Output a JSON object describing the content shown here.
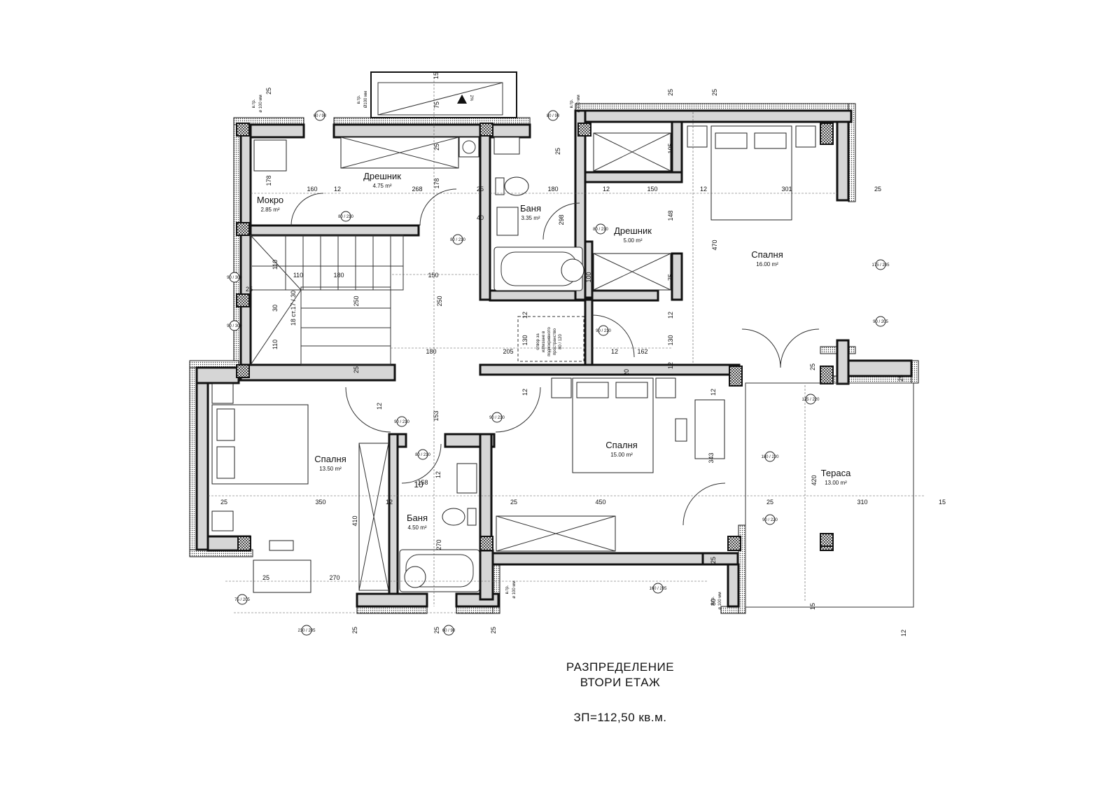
{
  "title": {
    "line1": "РАЗПРЕДЕЛЕНИЕ",
    "line2": "ВТОРИ ЕТАЖ",
    "area": "ЗП=112,50 кв.м."
  },
  "rooms": [
    {
      "id": "mokro",
      "name": "Мокро",
      "area": "2.85 m²"
    },
    {
      "id": "dreshnik1",
      "name": "Дрешник",
      "area": "4.75 m²"
    },
    {
      "id": "banya1",
      "name": "Баня",
      "area": "3.35 m²"
    },
    {
      "id": "dreshnik2",
      "name": "Дрешник",
      "area": "5.00 m²"
    },
    {
      "id": "spalnya1",
      "name": "Спалня",
      "area": "16.00 m²"
    },
    {
      "id": "spalnya2",
      "name": "Спалня",
      "area": "13.50 m²"
    },
    {
      "id": "spalnya3",
      "name": "Спалня",
      "area": "15.00 m²"
    },
    {
      "id": "banya2",
      "name": "Баня",
      "area": "4.50 m²"
    },
    {
      "id": "terasa",
      "name": "Тераса",
      "area": "13.00 m²"
    }
  ],
  "labels": {
    "stairs": "18 ст.17 / 30",
    "attic1": "отвор за",
    "attic2": "излизане в",
    "attic3": "подпокривното",
    "attic4": "пространство",
    "attic5": "80 / 120",
    "pipe1": "в.тр.",
    "pipe2": "ø 100 мм",
    "pipe_c": "Ø100 мм",
    "slope": "2%",
    "step": "10"
  },
  "dims": {
    "d15": "15",
    "d25": "25",
    "d75": "75",
    "d178": "178",
    "d268": "268",
    "d160": "160",
    "d12": "12",
    "d180": "180",
    "d40": "40",
    "d298": "298",
    "d150": "150",
    "d105": "105",
    "d301": "301",
    "d148": "148",
    "d470": "470",
    "d110": "110",
    "d250": "250",
    "d30": "30",
    "d130": "130",
    "d205": "205",
    "d162": "162",
    "d20": "20",
    "d153": "153",
    "d343": "343",
    "d420": "420",
    "d350": "350",
    "d410": "410",
    "d158": "158",
    "d450": "450",
    "d310": "310",
    "d270": "270",
    "d80": "80",
    "d100": "100"
  },
  "doors": {
    "d80_210": "80 / 210",
    "d90_210": "90 / 210",
    "d90_300": "90 / 300",
    "d175_205": "175 / 205",
    "d90_205": "90 / 205",
    "d135_220": "135 / 220",
    "d180_220": "180 / 220",
    "d90_220": "90 / 220",
    "d75_205": "75 / 205",
    "d160_205": "160 / 205",
    "d230_205": "230 / 205",
    "d60_90": "60 / 90",
    "d80_90": "80 / 90"
  }
}
